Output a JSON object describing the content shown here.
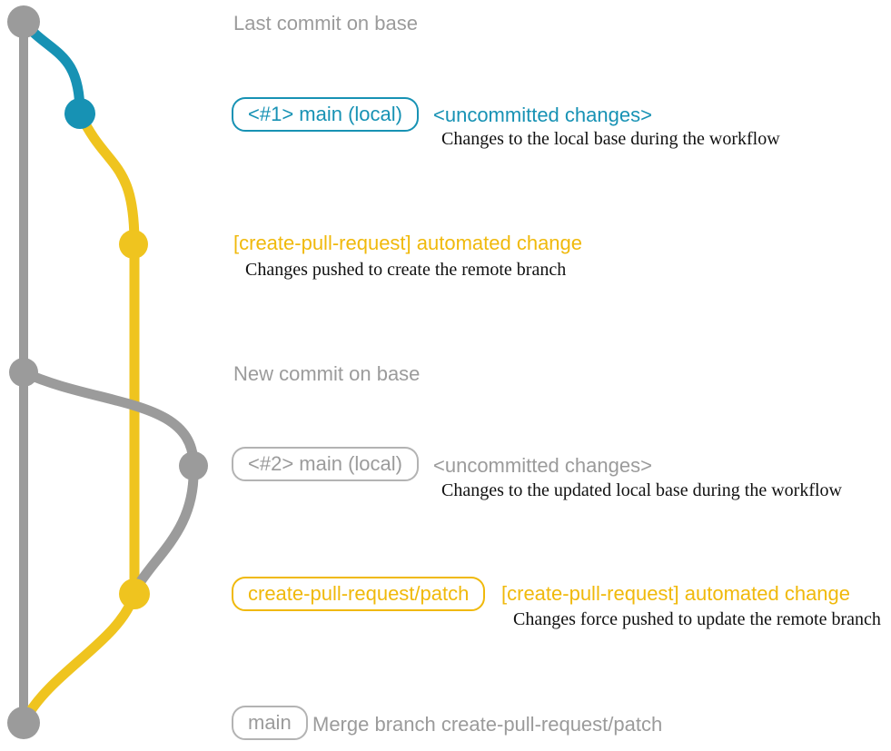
{
  "colors": {
    "graph_gray": "#9b9b9b",
    "graph_blue": "#1792b4",
    "graph_yellow": "#efc41f",
    "text_gray": "#9b9b9b",
    "text_blue": "#1792b4",
    "text_gold": "#f0b90b",
    "text_black": "#111111",
    "badge_gray_border": "#b3b3b3"
  },
  "notes": {
    "last_commit": "Last commit on base",
    "new_commit": "New commit on base"
  },
  "rows": {
    "main_local_1": {
      "badge": "<#1> main (local)",
      "title": "<uncommitted changes>",
      "desc": "Changes to the local base during the workflow"
    },
    "automated_1": {
      "title": "[create-pull-request] automated change",
      "desc": "Changes pushed to create the remote branch"
    },
    "main_local_2": {
      "badge": "<#2> main (local)",
      "title": "<uncommitted changes>",
      "desc": "Changes to the updated local base during the workflow"
    },
    "automated_2": {
      "badge": "create-pull-request/patch",
      "title": "[create-pull-request] automated change",
      "desc": "Changes force pushed to update the remote branch"
    },
    "merge": {
      "badge": "main",
      "title": "Merge branch create-pull-request/patch"
    }
  }
}
